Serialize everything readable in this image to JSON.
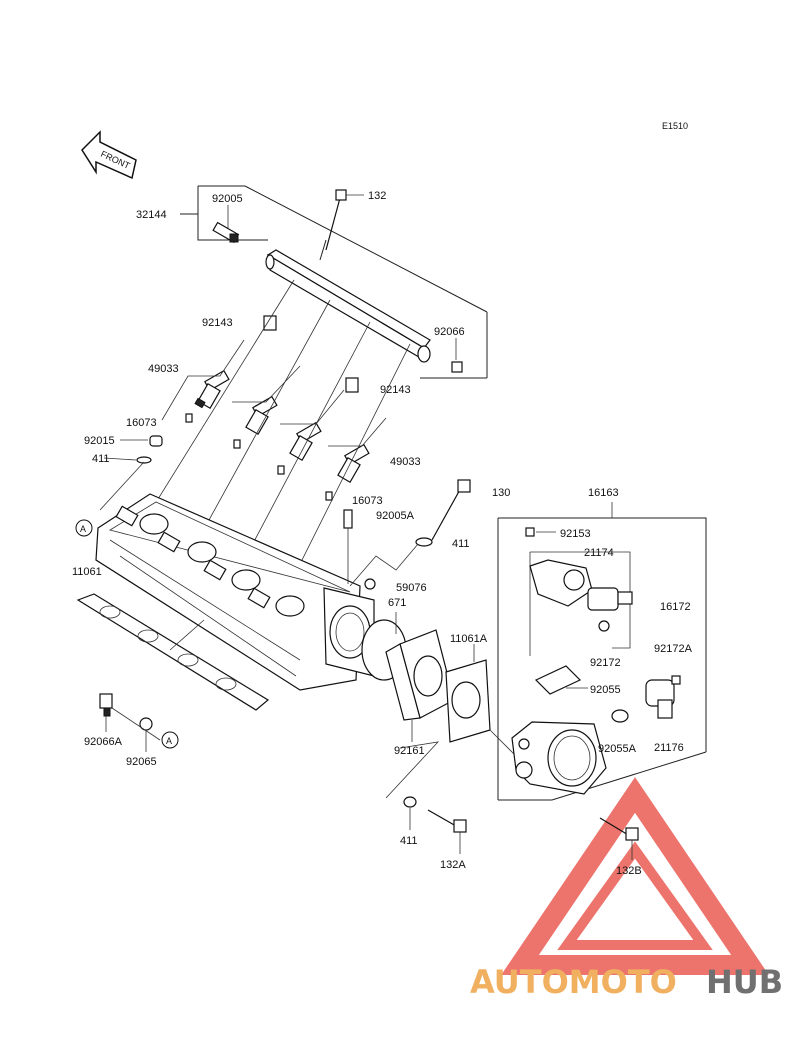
{
  "diagram": {
    "code": "E1510",
    "front_label": "FRONT",
    "callout_marker": "A",
    "part_labels": {
      "p32144": "32144",
      "p92005": "92005",
      "p132": "132",
      "p92143a": "92143",
      "p92066": "92066",
      "p49033a": "49033",
      "p92143b": "92143",
      "p16073a": "16073",
      "p92015": "92015",
      "p411a": "411",
      "p49033b": "49033",
      "p16073b": "16073",
      "p130": "130",
      "p92005A": "92005A",
      "p411b": "411",
      "p11061": "11061",
      "p59076": "59076",
      "p671": "671",
      "p11061A": "11061A",
      "p16163": "16163",
      "p92153": "92153",
      "p21174": "21174",
      "p16172": "16172",
      "p92172": "92172",
      "p92172A": "92172A",
      "p92055": "92055",
      "p92055A": "92055A",
      "p21176": "21176",
      "p92161": "92161",
      "p92066A": "92066A",
      "p92065": "92065",
      "p411c": "411",
      "p132A": "132A",
      "p132B": "132B"
    }
  },
  "watermark": {
    "brand_part1": "AUTOMOTO",
    "brand_part2": "HUB",
    "triangle_color": "#e8463c",
    "part1_color": "#f0b060",
    "part2_color": "#707070"
  }
}
